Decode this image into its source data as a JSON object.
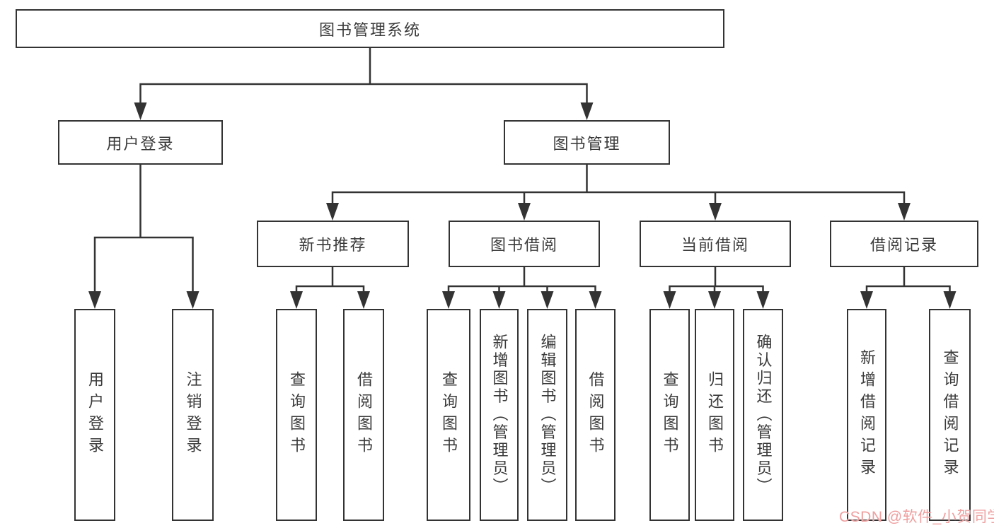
{
  "diagram": {
    "title": "图书管理系统",
    "tree": {
      "root": {
        "label": "图书管理系统"
      },
      "branches": [
        {
          "label": "用户登录",
          "children": [
            {
              "label": "用户登录"
            },
            {
              "label": "注销登录"
            }
          ]
        },
        {
          "label": "图书管理",
          "children": [
            {
              "label": "新书推荐",
              "children": [
                {
                  "label": "查询图书"
                },
                {
                  "label": "借阅图书"
                }
              ]
            },
            {
              "label": "图书借阅",
              "children": [
                {
                  "label": "查询图书"
                },
                {
                  "label": "新增图书（管理员）"
                },
                {
                  "label": "编辑图书（管理员）"
                },
                {
                  "label": "借阅图书"
                }
              ]
            },
            {
              "label": "当前借阅",
              "children": [
                {
                  "label": "查询图书"
                },
                {
                  "label": "归还图书"
                },
                {
                  "label": "确认归还（管理员）"
                }
              ]
            },
            {
              "label": "借阅记录",
              "children": [
                {
                  "label": "新增借阅记录"
                },
                {
                  "label": "查询借阅记录"
                }
              ]
            }
          ]
        }
      ]
    },
    "colors": {
      "line": "#333333",
      "box_border": "#333333",
      "text": "#3a3a3a",
      "background": "#ffffff",
      "watermark": "#ef9f9f"
    },
    "watermark": {
      "text": "CSDN @软件_小贺同学"
    }
  }
}
